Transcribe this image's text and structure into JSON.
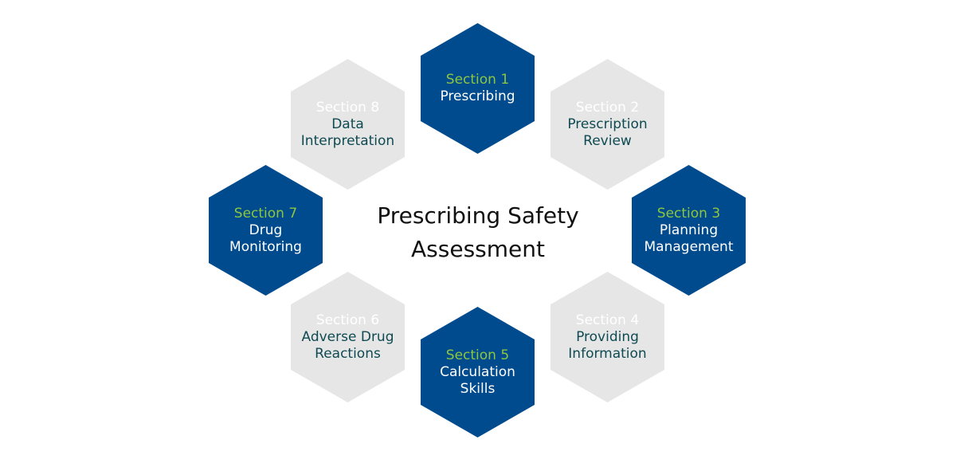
{
  "title": {
    "line1": "Prescribing Safety",
    "line2": "Assessment"
  },
  "colors": {
    "dark_fill": "#004b8d",
    "light_fill": "#e6e6e6",
    "accent_green": "#8dc63f"
  },
  "sections": [
    {
      "section": "Section 1",
      "label_lines": [
        "Prescribing"
      ],
      "style": "dark"
    },
    {
      "section": "Section 2",
      "label_lines": [
        "Prescription",
        "Review"
      ],
      "style": "light"
    },
    {
      "section": "Section 3",
      "label_lines": [
        "Planning",
        "Management"
      ],
      "style": "dark"
    },
    {
      "section": "Section 4",
      "label_lines": [
        "Providing",
        "Information"
      ],
      "style": "light"
    },
    {
      "section": "Section 5",
      "label_lines": [
        "Calculation",
        "Skills"
      ],
      "style": "dark"
    },
    {
      "section": "Section 6",
      "label_lines": [
        "Adverse Drug",
        "Reactions"
      ],
      "style": "light"
    },
    {
      "section": "Section 7",
      "label_lines": [
        "Drug",
        "Monitoring"
      ],
      "style": "dark"
    },
    {
      "section": "Section 8",
      "label_lines": [
        "Data",
        "Interpretation"
      ],
      "style": "light"
    }
  ]
}
